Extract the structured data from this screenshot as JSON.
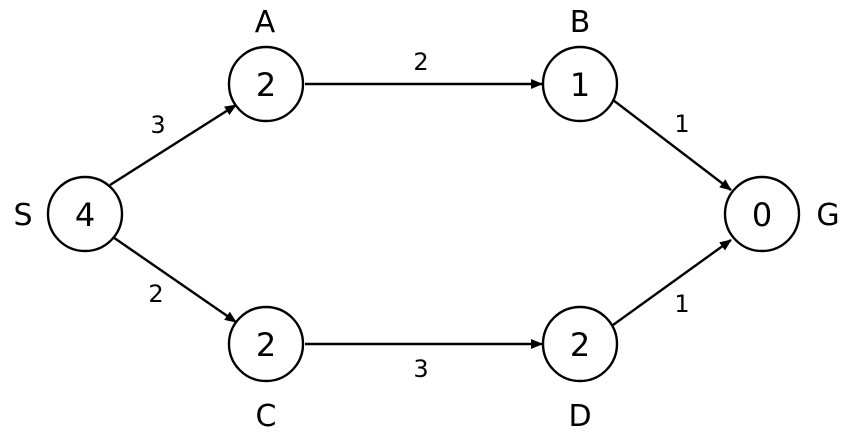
{
  "colors": {
    "stroke": "#000000",
    "background": "#ffffff"
  },
  "nodes": [
    {
      "id": "S",
      "name": "S",
      "value": "4"
    },
    {
      "id": "A",
      "name": "A",
      "value": "2"
    },
    {
      "id": "B",
      "name": "B",
      "value": "1"
    },
    {
      "id": "G",
      "name": "G",
      "value": "0"
    },
    {
      "id": "C",
      "name": "C",
      "value": "2"
    },
    {
      "id": "D",
      "name": "D",
      "value": "2"
    }
  ],
  "edges": [
    {
      "from": "S",
      "to": "A",
      "weight": "3"
    },
    {
      "from": "A",
      "to": "B",
      "weight": "2"
    },
    {
      "from": "B",
      "to": "G",
      "weight": "1"
    },
    {
      "from": "S",
      "to": "C",
      "weight": "2"
    },
    {
      "from": "C",
      "to": "D",
      "weight": "3"
    },
    {
      "from": "D",
      "to": "G",
      "weight": "1"
    }
  ]
}
